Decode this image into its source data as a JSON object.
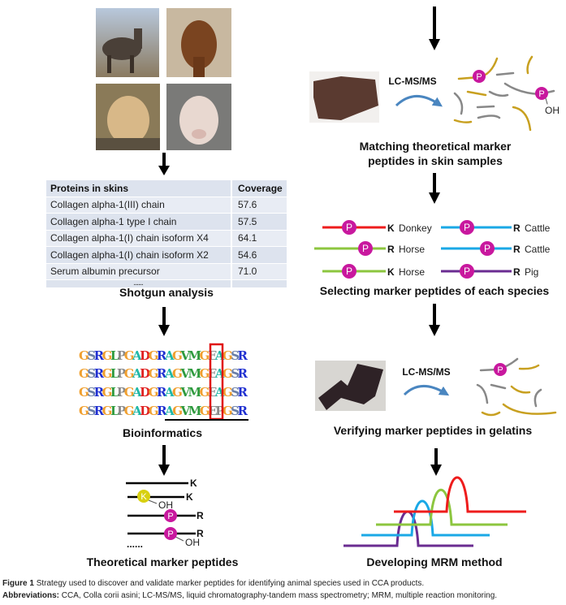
{
  "table": {
    "headers": [
      "Proteins in skins",
      "Coverage"
    ],
    "rows": [
      [
        "Collagen alpha-1(III) chain",
        "57.6"
      ],
      [
        "Collagen alpha-1 type I chain",
        "57.5"
      ],
      [
        "Collagen alpha-1(I) chain isoform X4",
        "64.1"
      ],
      [
        "Collagen alpha-1(I) chain isoform X2",
        "54.6"
      ],
      [
        "Serum albumin precursor",
        "71.0"
      ]
    ],
    "ellipsis": "......"
  },
  "steps": {
    "shotgun": "Shotgun analysis",
    "bioinformatics": "Bioinformatics",
    "theoretical": "Theoretical marker peptides",
    "matching_line1": "Matching theoretical marker",
    "matching_line2": "peptides in skin samples",
    "selecting": "Selecting marker peptides of each species",
    "verifying": "Verifying marker peptides in gelatins",
    "developing": "Developing MRM method"
  },
  "lcms": "LC-MS/MS",
  "sequences": [
    "GSRGLPGADGRAGVMGEAGSR",
    "GSRGLPGADGRAGVMGEAGSR",
    "GSRGLPGADGRAGVMGEAGSR",
    "GSRGLPGADGRAGVMGEPGSR"
  ],
  "residue_colors": {
    "G": "#f0a030",
    "S": "#6a7fa8",
    "R": "#1f2fd0",
    "L": "#2e9a3e",
    "P": "#8a8a8a",
    "A": "#20b8a8",
    "D": "#e02020",
    "V": "#2e9a3e",
    "M": "#2e9a3e",
    "E": "#8a8a8a"
  },
  "theoretical_peptides": {
    "k": "K",
    "r": "R",
    "p": "P",
    "oh": "OH",
    "dots": "......"
  },
  "species_peptides": [
    {
      "end": "K",
      "species": "Donkey",
      "color": "#ee1c1c"
    },
    {
      "end": "R",
      "species": "Cattle",
      "color": "#1aa8e6"
    },
    {
      "end": "R",
      "species": "Horse",
      "color": "#8cc63f"
    },
    {
      "end": "R",
      "species": "Cattle",
      "color": "#1aa8e6"
    },
    {
      "end": "K",
      "species": "Horse",
      "color": "#8cc63f"
    },
    {
      "end": "R",
      "species": "Pig",
      "color": "#6a2c91"
    }
  ],
  "mrm_colors": [
    "#6a2c91",
    "#1aa8e6",
    "#8cc63f",
    "#ee1c1c"
  ],
  "phospho_color": "#c8189e",
  "caption": {
    "figure_label": "Figure 1",
    "figure_text": "Strategy used to discover and validate marker peptides for identifying animal species used in CCA products.",
    "abbrev_label": "Abbreviations:",
    "abbrev_text": "CCA, Colla corii asini; LC-MS/MS, liquid chromatography-tandem mass spectrometry; MRM, multiple reaction monitoring."
  }
}
